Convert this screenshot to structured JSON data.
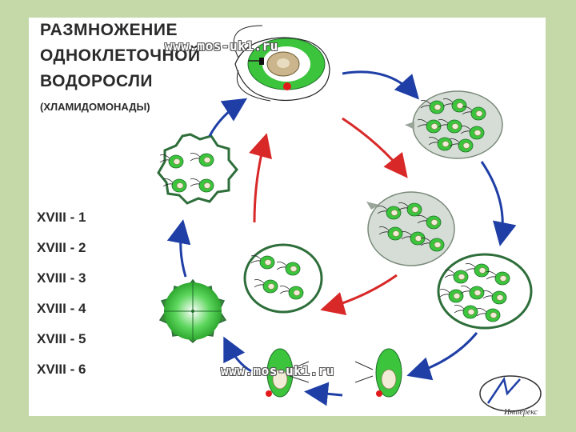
{
  "title": {
    "line1": "РАЗМНОЖЕНИЕ",
    "line2": "ОДНОКЛЕТОЧНОЙ",
    "line3": "ВОДОРОСЛИ",
    "subtitle": "(ХЛАМИДОМОНАДЫ)"
  },
  "labels": [
    "XVIII - 1",
    "XVIII - 2",
    "XVIII - 3",
    "XVIII - 4",
    "XVIII - 5",
    "XVIII - 6"
  ],
  "watermarks": [
    "www.mos-uk1.ru",
    "www.mos-uk1.ru"
  ],
  "logo": {
    "text": "Интерекс"
  },
  "colors": {
    "background": "#c4d8a8",
    "blue_arrow": "#1f3fa6",
    "red_arrow": "#d82828",
    "cell_green": "#3cc43c",
    "membrane": "#2e6e3a"
  }
}
